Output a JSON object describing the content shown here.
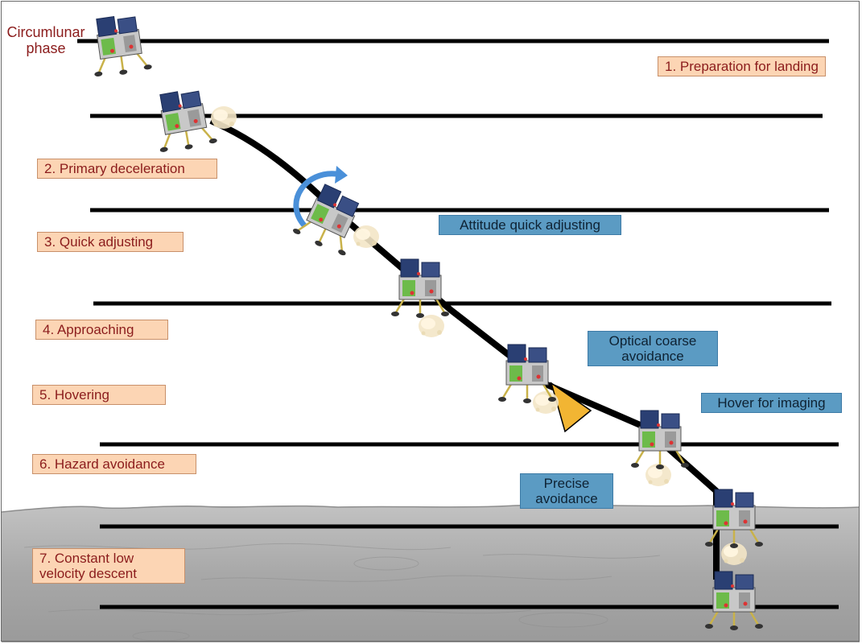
{
  "circumlunar_label": "Circumlunar phase",
  "phases": [
    {
      "id": "1",
      "label": "1. Preparation for landing"
    },
    {
      "id": "2",
      "label": "2. Primary deceleration"
    },
    {
      "id": "3",
      "label": "3. Quick adjusting"
    },
    {
      "id": "4",
      "label": "4. Approaching"
    },
    {
      "id": "5",
      "label": "5. Hovering"
    },
    {
      "id": "6",
      "label": "6. Hazard avoidance"
    },
    {
      "id": "7",
      "label": "7. Constant low velocity descent"
    }
  ],
  "annotations": [
    {
      "id": "attitude",
      "label": "Attitude quick adjusting"
    },
    {
      "id": "optical",
      "label": "Optical coarse avoidance"
    },
    {
      "id": "hover",
      "label": "Hover for imaging"
    },
    {
      "id": "precise",
      "label": "Precise avoidance"
    }
  ],
  "colors": {
    "phase_box": "#fcd5b4",
    "phase_text": "#8b1c1c",
    "note_box": "#5b9bc3",
    "note_text": "#0e2233",
    "rotation_arrow": "#4a90d9",
    "imaging_cone": "#f2b533",
    "lunar_surface": "#a9a9a9"
  }
}
